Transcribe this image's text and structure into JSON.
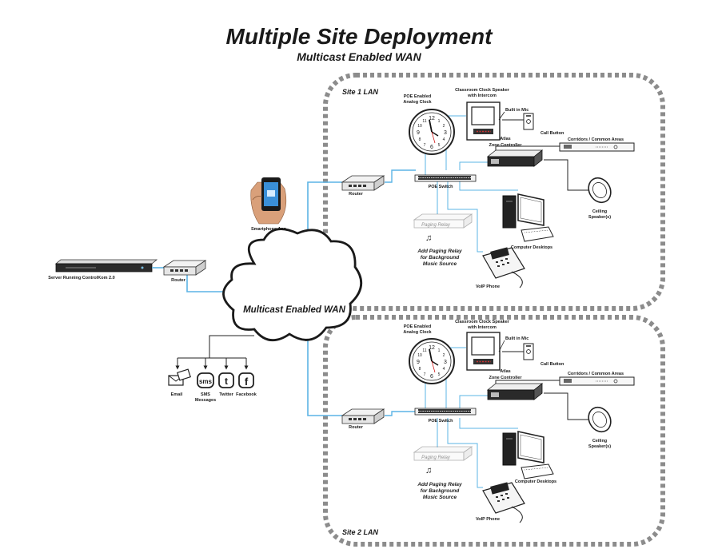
{
  "title": "Multiple Site Deployment",
  "subtitle": "Multicast Enabled WAN",
  "cloud_label": "Multicast Enabled WAN",
  "server_label": "Server Running ControlKom 2.0",
  "router_label": "Router",
  "smartphone_label": "Smartphone App",
  "notifications": {
    "email": "Email",
    "sms_icon": "sms",
    "sms": "SMS",
    "sms_line2": "Messages",
    "twitter_icon": "t",
    "twitter": "Twitter",
    "facebook_icon": "f",
    "facebook": "Facebook"
  },
  "sites": [
    {
      "label": "Site 1 LAN",
      "clock_l1": "POE Enabled",
      "clock_l2": "Analog Clock",
      "speaker_l1": "Classroom Clock Speaker",
      "speaker_l2": "with Intercom",
      "mic": "Built in Mic",
      "call_button": "Call Button",
      "zone_l1": "Atlas",
      "zone_l2": "Zone  Controller",
      "corridors": "Corridors / Common Areas",
      "router": "Router",
      "poe_switch": "POE Switch",
      "paging_relay_box": "Paging Relay",
      "paging_l1": "Add Paging Relay",
      "paging_l2": "for Background",
      "paging_l3": "Music Source",
      "computer": "Computer Desktops",
      "voip": "VoIP Phone",
      "ceiling_l1": "Ceiling",
      "ceiling_l2": "Speaker(s)"
    },
    {
      "label": "Site 2 LAN",
      "clock_l1": "POE Enabled",
      "clock_l2": "Analog Clock",
      "speaker_l1": "Classroom Clock Speaker",
      "speaker_l2": "with Intercom",
      "mic": "Built in Mic",
      "call_button": "Call Button",
      "zone_l1": "Atlas",
      "zone_l2": "Zone  Controller",
      "corridors": "Corridors / Common Areas",
      "router": "Router",
      "poe_switch": "POE Switch",
      "paging_relay_box": "Paging Relay",
      "paging_l1": "Add Paging Relay",
      "paging_l2": "for Background",
      "paging_l3": "Music Source",
      "computer": "Computer Desktops",
      "voip": "VoIP Phone",
      "ceiling_l1": "Ceiling",
      "ceiling_l2": "Speaker(s)"
    }
  ],
  "colors": {
    "link": "#5bb4e5",
    "wire": "#2a2a2a",
    "dash": "#8c8c8c"
  }
}
